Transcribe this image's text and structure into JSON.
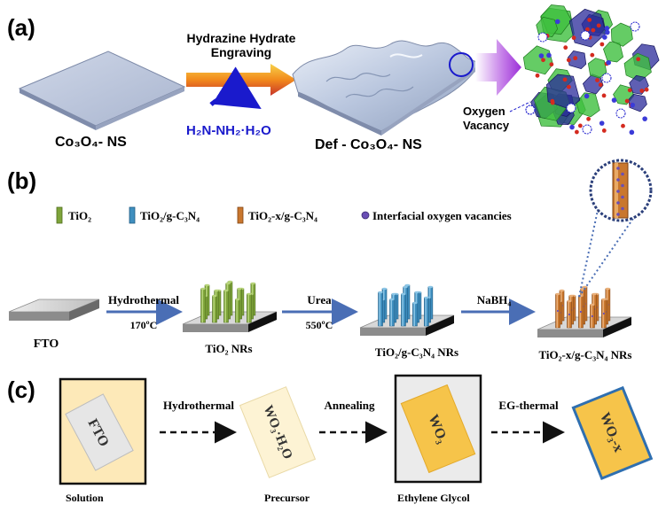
{
  "panel_a": {
    "label": "(a)",
    "arrow_label_line1": "Hydrazine Hydrate",
    "arrow_label_line2": "Engraving",
    "reagent": "H₂N-NH₂·H₂O",
    "left_material": "Co₃O₄- NS",
    "right_material": "Def - Co₃O₄- NS",
    "vacancy_line1": "Oxygen",
    "vacancy_line2": "Vacancy",
    "colors": {
      "accent": "#1a1acc",
      "arrow_purple": "#9b2fd8",
      "sheet": "#b8c4dc"
    }
  },
  "panel_b": {
    "label": "(b)",
    "legend": {
      "tio2": "TiO₂",
      "tio2_gcn": "TiO₂/g-C₃N₄",
      "tio2x_gcn": "TiO₂-x/g-C₃N₄",
      "vacancies": "Interfacial oxygen vacancies"
    },
    "steps": {
      "s1_top": "Hydrothermal",
      "s1_bottom": "170ºC",
      "s2_top": "Urea",
      "s2_bottom": "550ºC",
      "s3_top": "NaBH₄"
    },
    "stages": {
      "fto": "FTO",
      "tio2_nrs": "TiO₂ NRs",
      "tio2_gcn_nrs": "TiO₂/g-C₃N₄ NRs",
      "tio2x_gcn_nrs": "TiO₂-x/g-C₃N₄ NRs"
    },
    "colors": {
      "green": "#7ea43a",
      "blue": "#3f8fbf",
      "orange": "#c9772e",
      "arrow": "#4a6eb5"
    }
  },
  "panel_c": {
    "label": "(c)",
    "boxes": {
      "fto": "FTO",
      "precursor": "WO₃·H₂O",
      "wo3": "WO₃",
      "wo3x": "WO₃-x"
    },
    "steps": {
      "hydrothermal": "Hydrothermal",
      "annealing": "Annealing",
      "eg_thermal": "EG-thermal"
    },
    "captions": {
      "solution": "Solution",
      "precursor": "Precursor",
      "ethylene_glycol": "Ethylene Glycol"
    },
    "colors": {
      "cream": "#fde9b8",
      "gold": "#f6c44a",
      "blue_border": "#2f6fb0"
    }
  }
}
